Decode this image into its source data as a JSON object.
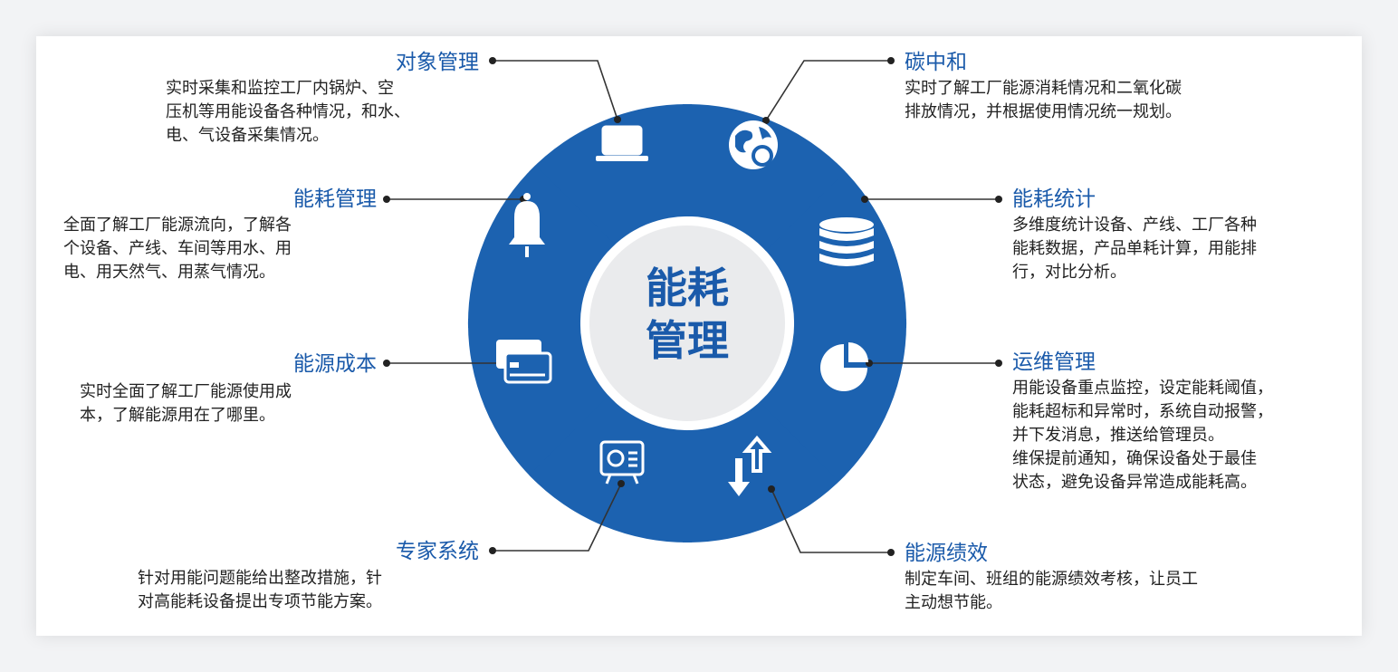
{
  "center": {
    "line1": "能耗",
    "line2": "管理"
  },
  "colors": {
    "accent": "#1a5aaa",
    "segment": "#1c62b0",
    "center_bg": "#eaebed"
  },
  "items": [
    {
      "title": "对象管理",
      "icon": "laptop-icon",
      "lines": [
        "实时采集和监控工厂内锅炉、空",
        "压机等用能设备各种情况，和水、",
        "电、气设备采集情况。"
      ]
    },
    {
      "title": "能耗管理",
      "icon": "bell-icon",
      "lines": [
        "全面了解工厂能源流向，了解各",
        "个设备、产线、车间等用水、用",
        "电、用天然气、用蒸气情况。"
      ]
    },
    {
      "title": "能源成本",
      "icon": "credit-card-icon",
      "lines": [
        "实时全面了解工厂能源使用成",
        "本，了解能源用在了哪里。"
      ]
    },
    {
      "title": "专家系统",
      "icon": "presentation-icon",
      "lines": [
        "针对用能问题能给出整改措施，针",
        "对高能耗设备提出专项节能方案。"
      ]
    },
    {
      "title": "碳中和",
      "icon": "globe-search-icon",
      "lines": [
        "实时了解工厂能源消耗情况和二氧化碳",
        "排放情况，并根据使用情况统一规划。"
      ]
    },
    {
      "title": "能耗统计",
      "icon": "database-icon",
      "lines": [
        "多维度统计设备、产线、工厂各种",
        "能耗数据，产品单耗计算，用能排",
        "行，对比分析。"
      ]
    },
    {
      "title": "运维管理",
      "icon": "pie-chart-icon",
      "lines": [
        "用能设备重点监控，设定能耗阈值，",
        "能耗超标和异常时，系统自动报警，",
        "并下发消息，推送给管理员。",
        "维保提前通知，确保设备处于最佳",
        "状态，避免设备异常造成能耗高。"
      ]
    },
    {
      "title": "能源绩效",
      "icon": "arrows-updown-icon",
      "lines": [
        "制定车间、班组的能源绩效考核，让员工",
        "主动想节能。"
      ]
    }
  ]
}
